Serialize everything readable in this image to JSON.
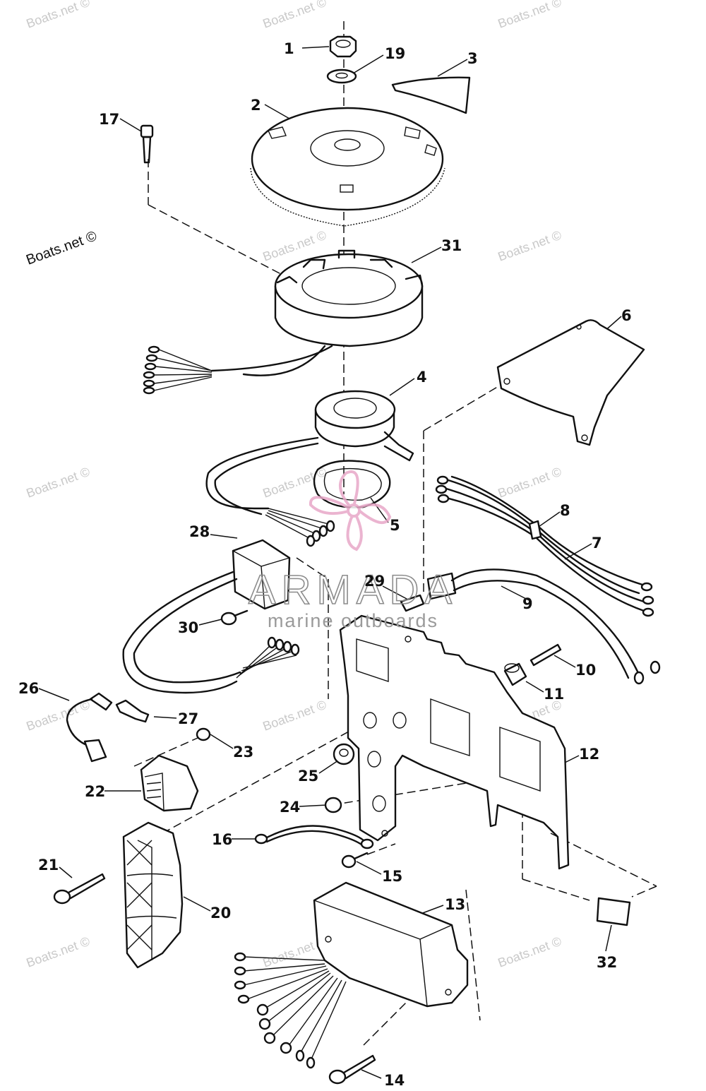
{
  "watermarks": {
    "site": "Boats.net ©",
    "brand_name": "ARMADA",
    "brand_tagline": "marine outboards"
  },
  "callouts": {
    "c1": "1",
    "c2": "2",
    "c3": "3",
    "c4": "4",
    "c5": "5",
    "c6": "6",
    "c7": "7",
    "c8": "8",
    "c9": "9",
    "c10": "10",
    "c11": "11",
    "c12": "12",
    "c13": "13",
    "c14": "14",
    "c15": "15",
    "c16": "16",
    "c17": "17",
    "c19": "19",
    "c20": "20",
    "c21": "21",
    "c22": "22",
    "c23": "23",
    "c24": "24",
    "c25": "25",
    "c26": "26",
    "c27": "27",
    "c28": "28",
    "c29": "29",
    "c30": "30",
    "c31": "31",
    "c32": "32"
  },
  "colors": {
    "line": "#111111",
    "watermark": "#c9c9c9",
    "logo_pink": "#e8a8c8",
    "brand_gray": "#8c8c8c"
  }
}
